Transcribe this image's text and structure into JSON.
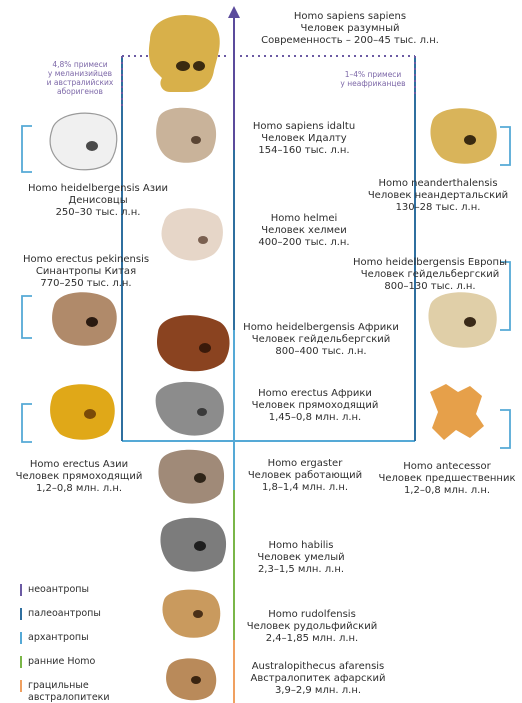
{
  "colors": {
    "neoanthropes": "#6b5aa3",
    "paleoanthropes": "#2f6f9f",
    "archanthropes": "#55a9d6",
    "early_homo": "#7ab648",
    "gracile": "#f0a060",
    "axis_top": "#5b4b9c"
  },
  "notes": {
    "left": [
      "4,8% примеси",
      "у меланизийцев",
      "и австралийских",
      "аборигенов"
    ],
    "right": [
      "1–4% примеси",
      "у неафриканцев"
    ]
  },
  "taxa": [
    {
      "id": "sapiens-sapiens",
      "lines": [
        "Homo sapiens sapiens",
        "Человек разумный",
        "Современность – 200–45 тыс. л.н."
      ]
    },
    {
      "id": "idaltu",
      "lines": [
        "Homo sapiens idaltu",
        "Человек Идалту",
        "154–160 тыс. л.н."
      ]
    },
    {
      "id": "helmei",
      "lines": [
        "Homo helmei",
        "Человек хелмеи",
        "400–200 тыс. л.н."
      ]
    },
    {
      "id": "heidelbergensis-africa",
      "lines": [
        "Homo heidelbergensis Африки",
        "Человек гейдельбергский",
        "800–400 тыс. л.н."
      ]
    },
    {
      "id": "erectus-africa",
      "lines": [
        "Homo erectus Африки",
        "Человек прямоходящий",
        "1,45–0,8 млн. л.н."
      ]
    },
    {
      "id": "ergaster",
      "lines": [
        "Homo ergaster",
        "Человек работающий",
        "1,8–1,4 млн. л.н."
      ]
    },
    {
      "id": "habilis",
      "lines": [
        "Homo habilis",
        "Человек умелый",
        "2,3–1,5 млн. л.н."
      ]
    },
    {
      "id": "rudolfensis",
      "lines": [
        "Homo rudolfensis",
        "Человек рудольфийский",
        "2,4–1,85 млн. л.н."
      ]
    },
    {
      "id": "afarensis",
      "lines": [
        "Australopithecus afarensis",
        "Австралопитек афарский",
        "3,9–2,9 млн. л.н."
      ]
    },
    {
      "id": "heidelbergensis-asia",
      "lines": [
        "Homo heidelbergensis Азии",
        "Денисовцы",
        "250–30 тыс. л.н."
      ]
    },
    {
      "id": "erectus-pekinensis",
      "lines": [
        "Homo erectus pekinensis",
        "Синантропы Китая",
        "770–250 тыс. л.н."
      ]
    },
    {
      "id": "erectus-asia",
      "lines": [
        "Homo erectus Азии",
        "Человек прямоходящий",
        "1,2–0,8 млн. л.н."
      ]
    },
    {
      "id": "neanderthalensis",
      "lines": [
        "Homo neanderthalensis",
        "Человек неандертальский",
        "130–28 тыс. л.н."
      ]
    },
    {
      "id": "heidelbergensis-europe",
      "lines": [
        "Homo heidelbergensis Европы",
        "Человек гейдельбергский",
        "800–130 тыс. л.н."
      ]
    },
    {
      "id": "antecessor",
      "lines": [
        "Homo antecessor",
        "Человек предшественник",
        "1,2–0,8 млн. л.н."
      ]
    }
  ],
  "legend": [
    {
      "id": "neoanthropes",
      "label": [
        "неоантропы"
      ],
      "color": "#6b5aa3"
    },
    {
      "id": "paleoanthropes",
      "label": [
        "палеоантропы"
      ],
      "color": "#2f6f9f"
    },
    {
      "id": "archanthropes",
      "label": [
        "архантропы"
      ],
      "color": "#55a9d6"
    },
    {
      "id": "early-homo",
      "label": [
        "ранние Homo"
      ],
      "color": "#7ab648"
    },
    {
      "id": "gracile",
      "label": [
        "грацильные",
        "австралопитеки"
      ],
      "color": "#f0a060"
    }
  ]
}
